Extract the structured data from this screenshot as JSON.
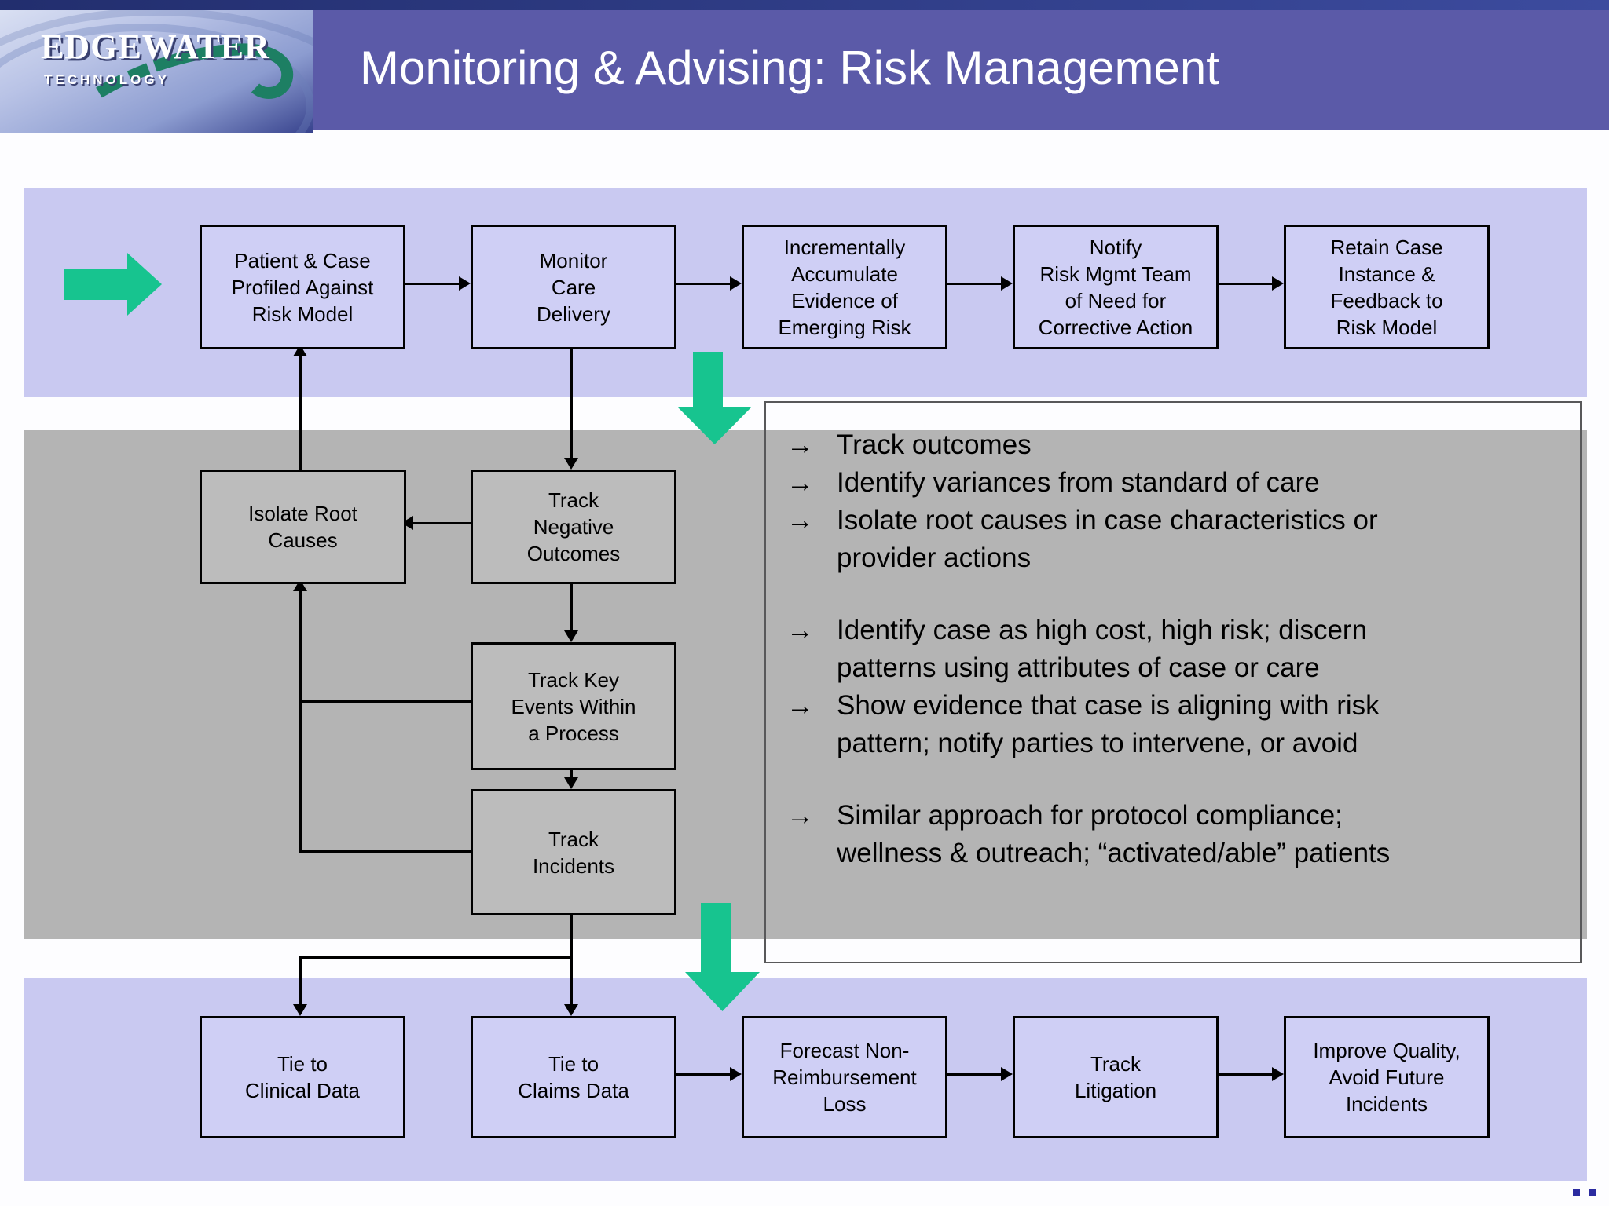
{
  "header": {
    "title": "Monitoring & Advising: Risk Management",
    "logo": {
      "line1": "EDGEWATER",
      "line2": "TECHNOLOGY"
    }
  },
  "top_row": {
    "boxes": [
      "Patient & Case\nProfiled Against\nRisk Model",
      "Monitor\nCare\nDelivery",
      "Incrementally\nAccumulate\nEvidence of\nEmerging Risk",
      "Notify\nRisk Mgmt Team\nof Need for\nCorrective Action",
      "Retain Case\nInstance &\nFeedback to\nRisk Model"
    ]
  },
  "middle": {
    "boxes": [
      "Isolate Root\nCauses",
      "Track\nNegative\nOutcomes",
      "Track Key\nEvents Within\na Process",
      "Track\nIncidents"
    ]
  },
  "bottom_row": {
    "boxes": [
      "Tie to\nClinical Data",
      "Tie to\nClaims Data",
      "Forecast Non-\nReimbursement\nLoss",
      "Track\nLitigation",
      "Improve Quality,\nAvoid Future\nIncidents"
    ]
  },
  "bullets": {
    "marker": "→",
    "groups": [
      {
        "items": [
          "Track outcomes",
          "Identify variances from standard of care",
          "Isolate root causes in case characteristics or\nprovider actions"
        ]
      },
      {
        "items": [
          "Identify case as high cost, high risk; discern\npatterns using attributes of case or care",
          "Show evidence that case is aligning with risk\npattern; notify parties to intervene, or avoid"
        ]
      },
      {
        "items": [
          "Similar approach for protocol compliance;\nwellness & outreach; “activated/able” patients"
        ]
      }
    ]
  },
  "icons": {
    "green_right_arrow": "block-arrow-right",
    "green_down_arrow": "block-arrow-down",
    "logo_swoosh": "green-swoosh-curve",
    "footer_dots": "two-small-squares"
  },
  "colors": {
    "header_purple": "#5b5aa8",
    "band_purple": "#c9c9f1",
    "band_gray": "#b4b4b4",
    "box_purple": "#cfcff5",
    "box_gray": "#bcbcbc",
    "accent_green": "#17c48f",
    "swoosh_green": "#1d7f63",
    "connector_black": "#000000"
  }
}
